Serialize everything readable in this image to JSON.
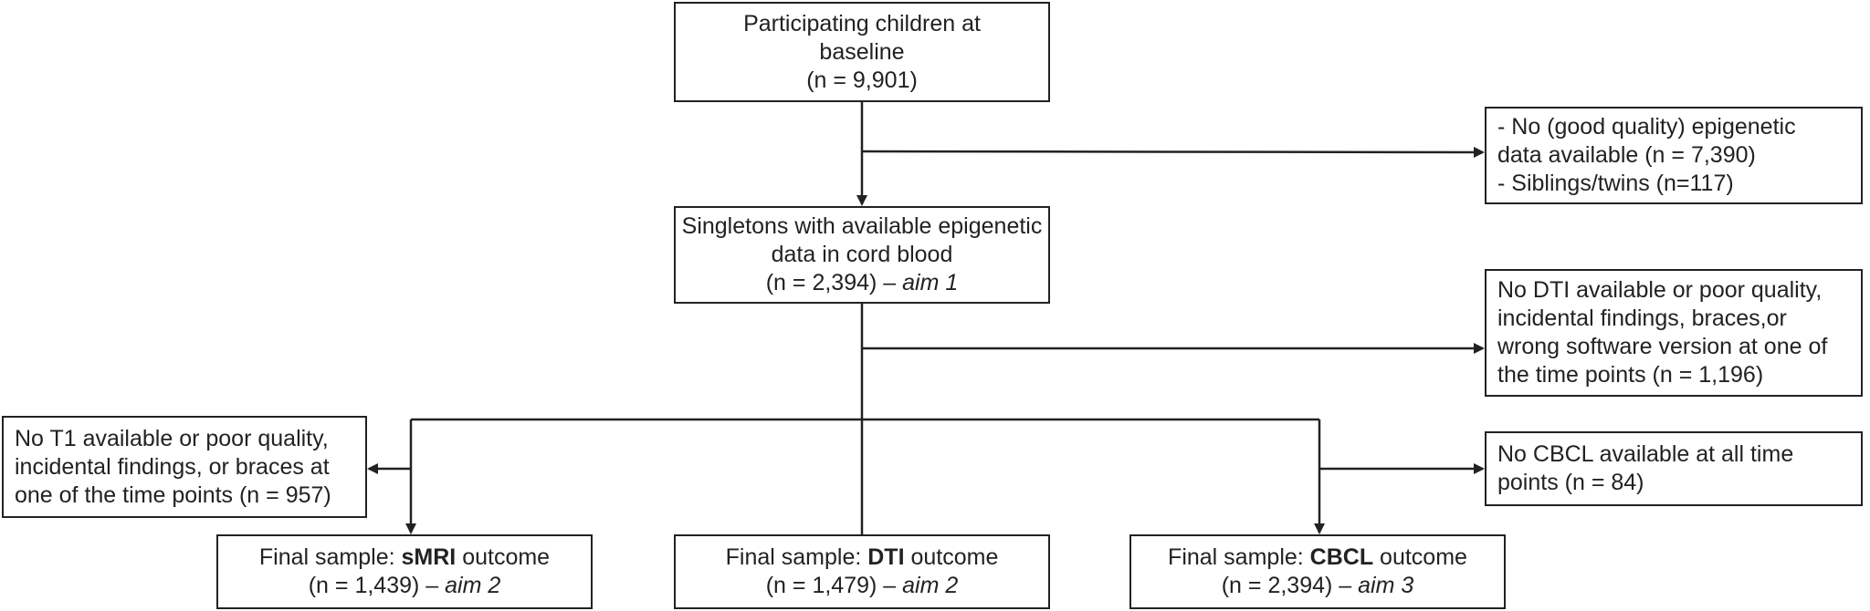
{
  "boxes": {
    "baseline": {
      "lines": [
        "Participating children at",
        "baseline",
        "(n = 9,901)"
      ]
    },
    "exclusion1": {
      "lines": [
        "- No (good quality) epigenetic",
        "data available (n = 7,390)",
        "- Siblings/twins (n=117)"
      ]
    },
    "singletons": {
      "line1": "Singletons with available epigenetic",
      "line2": "data in cord blood",
      "line3_prefix": "(n = 2,394) – ",
      "line3_aim": "aim 1"
    },
    "exclusion_dti": {
      "lines": [
        "No DTI available or poor quality,",
        "incidental findings, braces,or",
        "wrong software version at one of",
        "the time points (n = 1,196)"
      ]
    },
    "exclusion_t1": {
      "lines": [
        "No T1 available or poor quality,",
        "incidental findings, or braces at",
        "one of the time points (n = 957)"
      ]
    },
    "exclusion_cbcl": {
      "lines": [
        "No CBCL available at all time",
        "points (n = 84)"
      ]
    },
    "final_smri": {
      "prefix": "Final sample: ",
      "bold": "sMRI",
      "suffix": " outcome",
      "n": "(n = 1,439) – ",
      "aim": "aim 2"
    },
    "final_dti": {
      "prefix": "Final sample: ",
      "bold": "DTI",
      "suffix": " outcome",
      "n": "(n = 1,479) – ",
      "aim": "aim 2"
    },
    "final_cbcl": {
      "prefix": "Final sample: ",
      "bold": "CBCL",
      "suffix": " outcome",
      "n": "(n = 2,394) – ",
      "aim": "aim 3"
    }
  }
}
